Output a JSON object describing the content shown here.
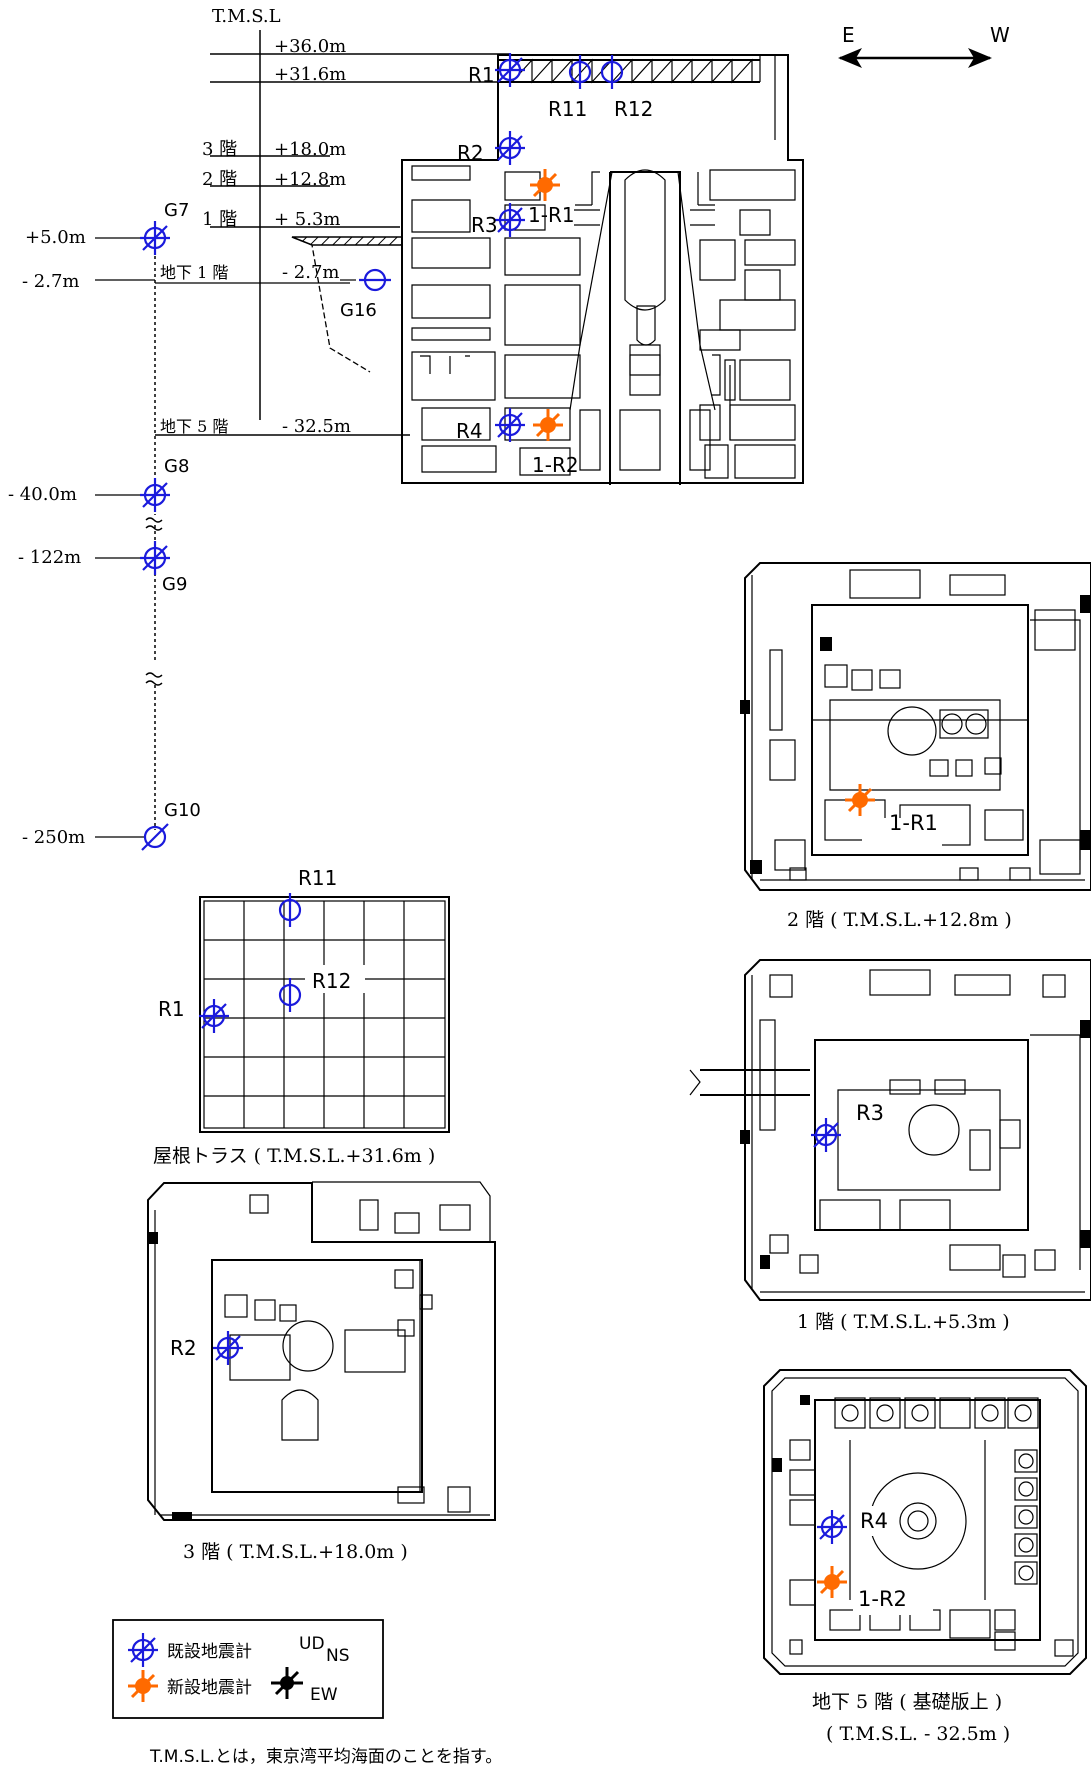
{
  "colors": {
    "existing_sensor": "#1a1adc",
    "new_sensor": "#ff6a00",
    "line": "#000000"
  },
  "direction": {
    "east": "E",
    "west": "W"
  },
  "section": {
    "tmsl_header": "T.M.S.L",
    "elev_36": "+36.0m",
    "elev_316": "+31.6m",
    "floor3": "3 階",
    "elev_180": "+18.0m",
    "floor2": "2 階",
    "elev_128": "+12.8m",
    "floor1": "1 階",
    "elev_53": "+ 5.3m",
    "floor_b1": "地下 1 階",
    "elev_m27": "- 2.7m",
    "floor_b5": "地下 5 階",
    "elev_m325": "- 32.5m"
  },
  "ground": {
    "g7_depth": "+5.0m",
    "g7": "G7",
    "g16_depth": "- 2.7m",
    "g16": "G16",
    "g8_depth": "- 40.0m",
    "g8": "G8",
    "g9_depth": "- 122m",
    "g9": "G9",
    "g10_depth": "- 250m",
    "g10": "G10"
  },
  "labels": {
    "r1": "R1",
    "r2": "R2",
    "r3": "R3",
    "r4": "R4",
    "r11": "R11",
    "r12": "R12",
    "n1r1": "1-R1",
    "n1r2": "1-R2"
  },
  "plans": {
    "roof_caption": "屋根トラス ( T.M.S.L.+31.6m )",
    "f3_caption": "3 階 ( T.M.S.L.+18.0m )",
    "f2_caption": "2 階 ( T.M.S.L.+12.8m )",
    "f1_caption": "1 階 ( T.M.S.L.+5.3m )",
    "b5_caption_line1": "地下 5 階 ( 基礎版上 )",
    "b5_caption_line2": "( T.M.S.L. - 32.5m )"
  },
  "legend": {
    "existing": "既設地震計",
    "new": "新設地震計",
    "ud": "UD",
    "ns": "NS",
    "ew": "EW"
  },
  "footnote": "T.M.S.L.とは，東京湾平均海面のことを指す。"
}
